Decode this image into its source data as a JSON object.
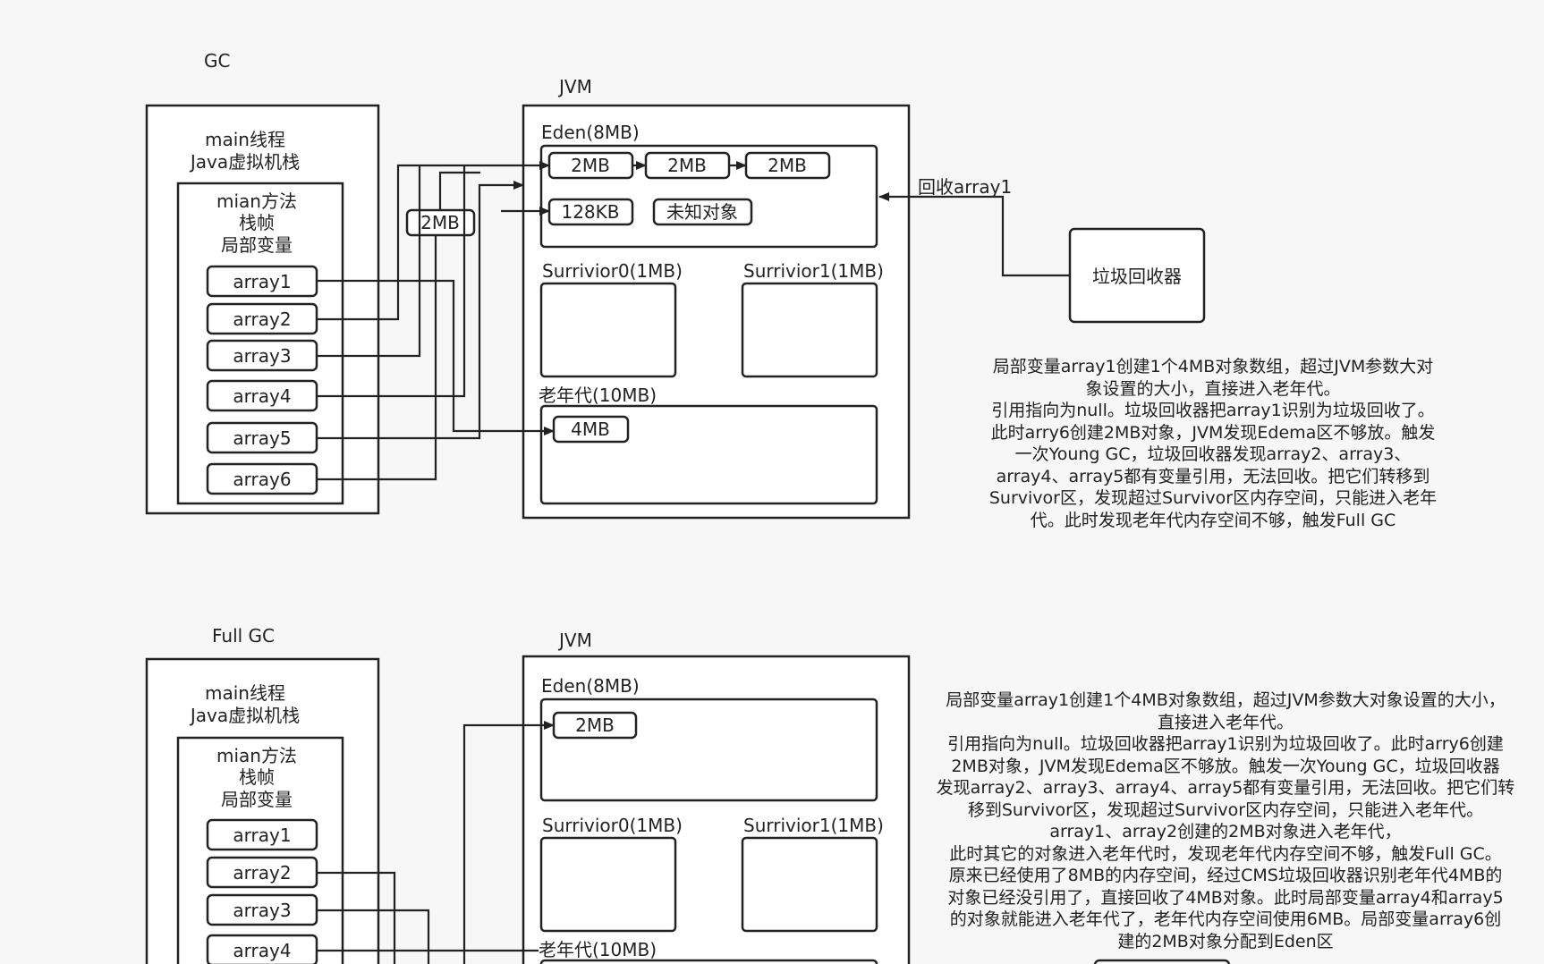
{
  "top": {
    "title": "GC",
    "jvm_title": "JVM",
    "stack_title_1": "main线程",
    "stack_title_2": "Java虚拟机栈",
    "frame_title_1": "mian方法",
    "frame_title_2": "栈帧",
    "frame_title_3": "局部变量",
    "vars": [
      "array1",
      "array2",
      "array3",
      "array4",
      "array5",
      "array6"
    ],
    "eden_label": "Eden(8MB)",
    "eden_objects": [
      "2MB",
      "2MB",
      "2MB",
      "128KB",
      "未知对象"
    ],
    "floating_2mb": "2MB",
    "s0_label": "Surrivior0(1MB)",
    "s1_label": "Surrivior1(1MB)",
    "old_label": "老年代(10MB)",
    "old_object": "4MB",
    "gc_arrow_label": "回收array1",
    "collector_label": "垃圾回收器",
    "note": "局部变量array1创建1个4MB对象数组，超过JVM参数大对\n象设置的大小，直接进入老年代。\n引用指向为null。垃圾回收器把array1识别为垃圾回收了。\n此时arry6创建2MB对象，JVM发现Edema区不够放。触发\n一次Young GC，垃圾回收器发现array2、array3、\narray4、array5都有变量引用，无法回收。把它们转移到\nSurvivor区，发现超过Survivor区内存空间，只能进入老年\n代。此时发现老年代内存空间不够，触发Full GC"
  },
  "bottom": {
    "title": "Full GC",
    "jvm_title": "JVM",
    "stack_title_1": "main线程",
    "stack_title_2": "Java虚拟机栈",
    "frame_title_1": "mian方法",
    "frame_title_2": "栈帧",
    "frame_title_3": "局部变量",
    "vars": [
      "array1",
      "array2",
      "array3",
      "array4"
    ],
    "eden_label": "Eden(8MB)",
    "eden_object": "2MB",
    "s0_label": "Surrivior0(1MB)",
    "s1_label": "Surrivior1(1MB)",
    "old_label": "老年代(10MB)",
    "note": "局部变量array1创建1个4MB对象数组，超过JVM参数大对象设置的大小，\n直接进入老年代。\n引用指向为null。垃圾回收器把array1识别为垃圾回收了。此时arry6创建\n2MB对象，JVM发现Edema区不够放。触发一次Young GC，垃圾回收器\n发现array2、array3、array4、array5都有变量引用，无法回收。把它们转\n移到Survivor区，发现超过Survivor区内存空间，只能进入老年代。\narray1、array2创建的2MB对象进入老年代，\n此时其它的对象进入老年代时，发现老年代内存空间不够，触发Full GC。\n原来已经使用了8MB的内存空间，经过CMS垃圾回收器识别老年代4MB的\n对象已经没引用了，直接回收了4MB对象。此时局部变量array4和array5\n的对象就能进入老年代了，老年代内存空间使用6MB。局部变量array6创\n建的2MB对象分配到Eden区"
  }
}
